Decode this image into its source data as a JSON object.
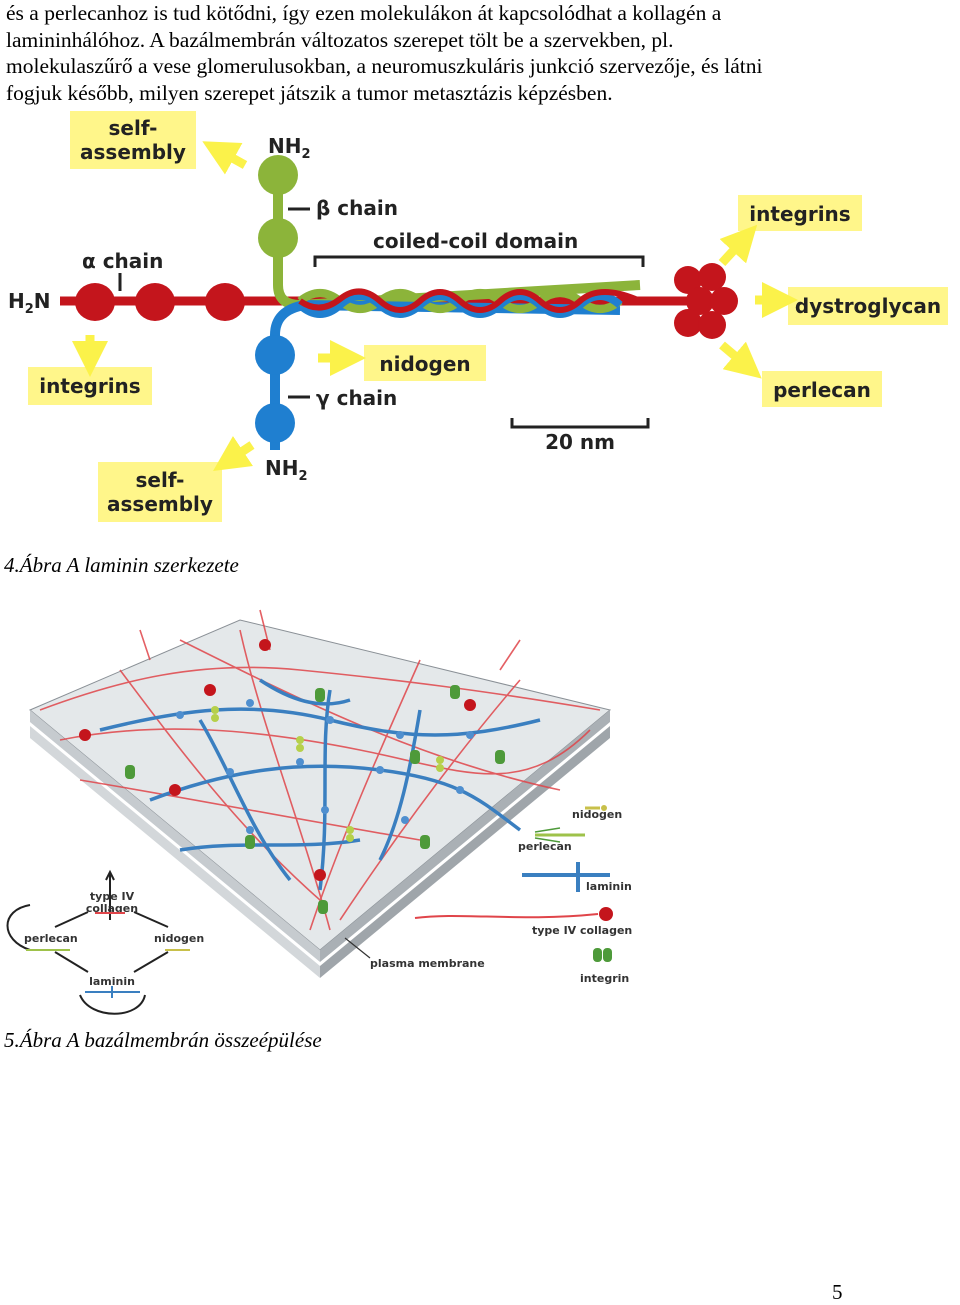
{
  "paragraph": [
    "és a perlecanhoz is tud kötődni, így ezen molekulákon át kapcsolódhat a kollagén a",
    "lamininhálóhoz. A bazálmembrán változatos szerepet tölt be a szervekben, pl.",
    "molekulaszűrő a vese glomerulusokban, a neuromuszkuláris junkció szervezője, és látni",
    "fogjuk később, milyen szerepet játszik a tumor metasztázis képzésben."
  ],
  "figure1": {
    "labels": {
      "self_assembly_top": [
        "self-",
        "assembly"
      ],
      "nh2_top": "NH",
      "beta_chain": "β chain",
      "coiled_coil": "coiled-coil domain",
      "integrins_right": "integrins",
      "alpha_chain": "α chain",
      "h2n": "H",
      "dystroglycan": "dystroglycan",
      "integrins_left": "integrins",
      "nidogen": "nidogen",
      "gamma_chain": "γ chain",
      "perlecan": "perlecan",
      "scale": "20 nm",
      "nh2_bottom": "NH",
      "self_assembly_bottom": [
        "self-",
        "assembly"
      ],
      "subscript_2": "2"
    },
    "colors": {
      "alpha": "#c4151c",
      "beta": "#8cb43a",
      "gamma": "#1f7fd0",
      "highlight": "#fff68a",
      "arrow": "#fbf24a"
    }
  },
  "caption1": "4.Ábra A laminin szerkezete",
  "figure2": {
    "labels": {
      "nidogen": "nidogen",
      "perlecan": "perlecan",
      "laminin": "laminin",
      "type_iv_collagen": "type IV collagen",
      "integrin": "integrin",
      "plasma_membrane": "plasma membrane",
      "cycle_type_iv": [
        "type IV",
        "collagen"
      ],
      "cycle_perlecan": "perlecan",
      "cycle_nidogen": "nidogen",
      "cycle_laminin": "laminin"
    }
  },
  "caption2": "5.Ábra A bazálmembrán összeépülése",
  "page_number": "5"
}
